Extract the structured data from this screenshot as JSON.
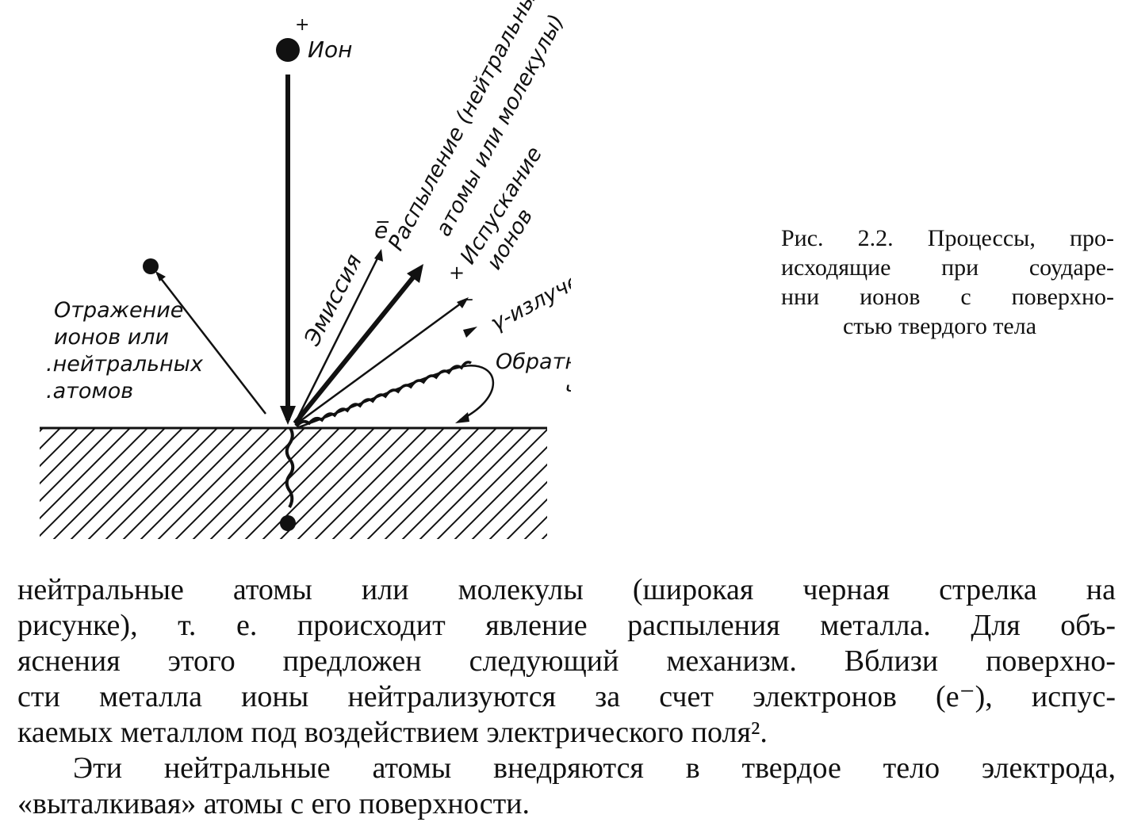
{
  "figure": {
    "labels": {
      "ion_charge": "+",
      "ion": "Ион",
      "sputtering_line1": "Распыление (нейтральные",
      "sputtering_line2": "атомы или молекулы)",
      "electron": "e̅",
      "emission": "Эмиссия",
      "ion_emission_line1": "Испускание",
      "ion_emission_line2": "ионов",
      "ion_plus": "+",
      "ion_minus": "–",
      "gamma": "γ-излучение",
      "reverse_line1": "Обратное движение",
      "reverse_line2": "частиц",
      "reflection_line1": "Отражение",
      "reflection_line2": "ионов или",
      "reflection_line3": ".нейтральных",
      "reflection_line4": ".атомов"
    }
  },
  "caption": {
    "lines": [
      "Рис. 2.2. Процессы, про-",
      "исходящие при соударе-",
      "нни ионов с поверхно-",
      "стью твердого тела"
    ]
  },
  "body": {
    "paragraph1_lines": [
      "нейтральные атомы или молекулы (широкая черная стрелка на",
      "рисунке), т. е. происходит явление распыления металла. Для объ-",
      "яснения этого предложен следующий механизм. Вблизи поверхно-",
      "сти металла ионы нейтрализуются за счет электронов (e⁻), испус-",
      "каемых металлом под воздействием электрического поля²."
    ],
    "paragraph2_lines": [
      "Эти нейтральные атомы внедряются в твердое тело электрода,",
      "«выталкивая» атомы с его поверхности."
    ]
  }
}
